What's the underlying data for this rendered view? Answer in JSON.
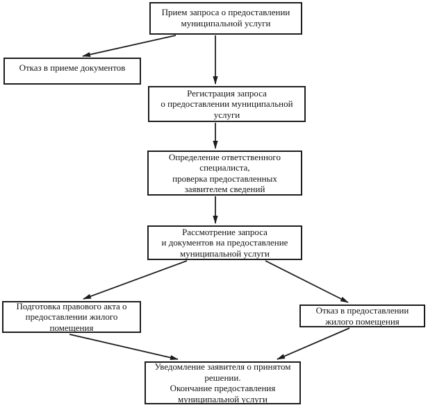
{
  "diagram": {
    "type": "flowchart",
    "language": "ru",
    "colors": {
      "background": "#ffffff",
      "box_border": "#1c1c1c",
      "line": "#1c1c1c",
      "text": "#121212"
    },
    "nodes": [
      {
        "id": "priem-zaprosa",
        "label": "Прием запроса о предоставлении\nмуниципальной услуги"
      },
      {
        "id": "otkaz-priem",
        "label": "Отказ в приеме документов"
      },
      {
        "id": "registraciya",
        "label": "Регистрация запроса\nо предоставлении муниципальной\nуслуги"
      },
      {
        "id": "opredelenie",
        "label": "Определение ответственного\nспециалиста,\nпроверка предоставленных\nзаявителем сведений"
      },
      {
        "id": "rassmotrenie",
        "label": "Рассмотрение запроса\nи документов на предоставление\nмуниципальной услуги"
      },
      {
        "id": "podgotovka-akta",
        "label": "Подготовка правового акта о\nпредоставлении жилого\nпомещения"
      },
      {
        "id": "otkaz-predostavlenie",
        "label": "Отказ в предоставлении\nжилого помещения"
      },
      {
        "id": "uvedomlenie",
        "label": "Уведомление заявителя о принятом\nрешении.\nОкончание предоставления\nмуниципальной услуги"
      }
    ],
    "edges": [
      {
        "from": "priem-zaprosa",
        "to": "otkaz-priem"
      },
      {
        "from": "priem-zaprosa",
        "to": "registraciya"
      },
      {
        "from": "registraciya",
        "to": "opredelenie"
      },
      {
        "from": "opredelenie",
        "to": "rassmotrenie"
      },
      {
        "from": "rassmotrenie",
        "to": "podgotovka-akta"
      },
      {
        "from": "rassmotrenie",
        "to": "otkaz-predostavlenie"
      },
      {
        "from": "podgotovka-akta",
        "to": "uvedomlenie"
      },
      {
        "from": "otkaz-predostavlenie",
        "to": "uvedomlenie"
      }
    ]
  }
}
